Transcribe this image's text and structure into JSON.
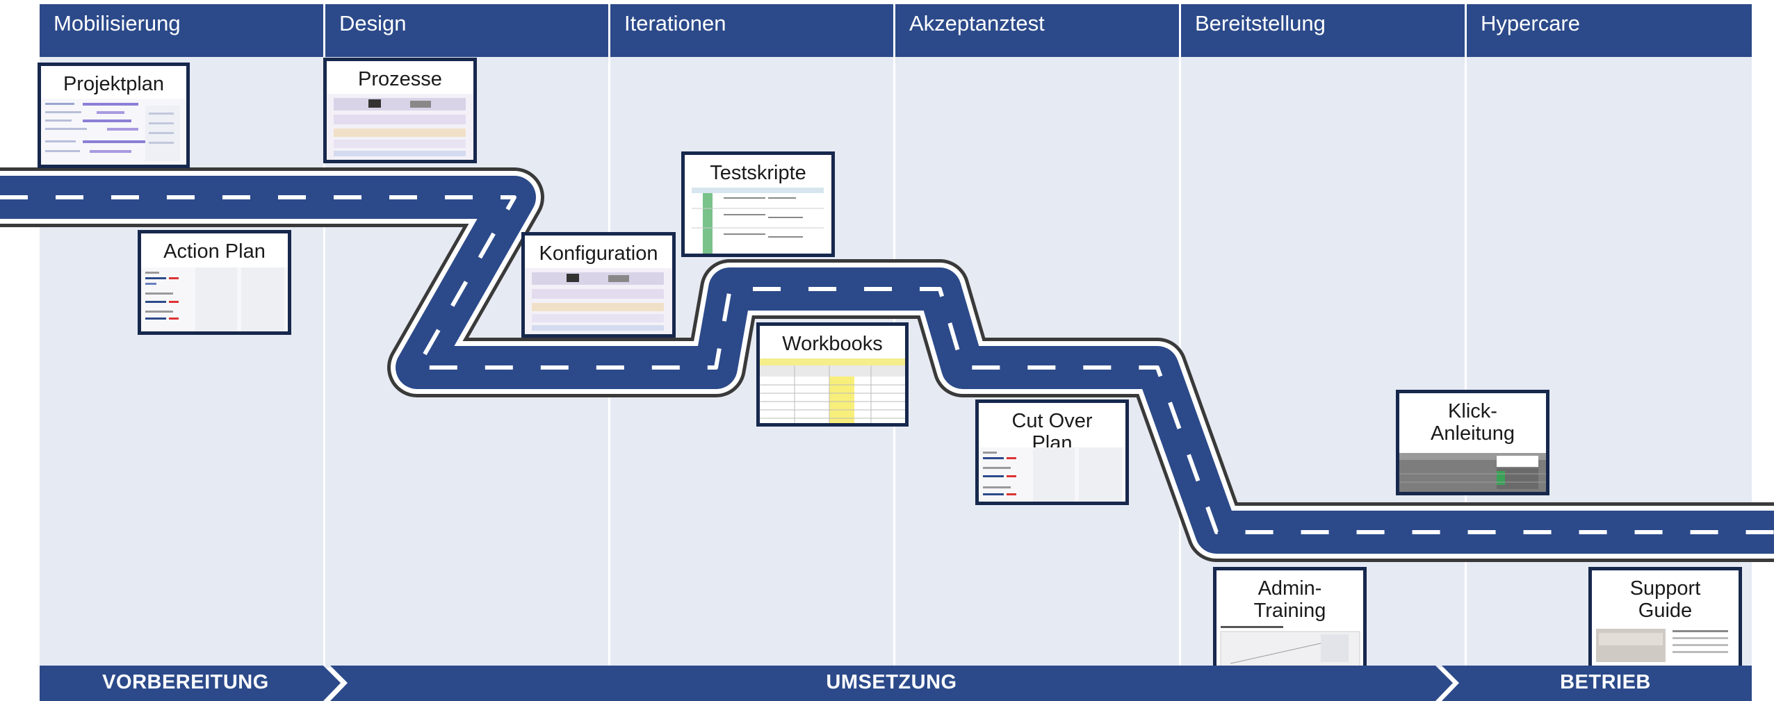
{
  "columns": [
    {
      "label": "Mobilisierung"
    },
    {
      "label": "Design"
    },
    {
      "label": "Iterationen"
    },
    {
      "label": "Akzeptanztest"
    },
    {
      "label": "Bereitstellung"
    },
    {
      "label": "Hypercare"
    }
  ],
  "cards": {
    "projektplan": {
      "title": "Projektplan"
    },
    "prozesse": {
      "title": "Prozesse"
    },
    "action_plan": {
      "title": "Action Plan"
    },
    "testskripte": {
      "title": "Testskripte"
    },
    "konfiguration": {
      "title": "Konfiguration"
    },
    "workbooks": {
      "title": "Workbooks"
    },
    "cut_over_plan": {
      "title": "Cut Over\nPlan"
    },
    "klick_anleitung": {
      "title": "Klick-\nAnleitung"
    },
    "admin_training": {
      "title": "Admin-\nTraining"
    },
    "support_guide": {
      "title": "Support\nGuide"
    }
  },
  "phases": [
    {
      "label": "VORBEREITUNG"
    },
    {
      "label": "UMSETZUNG"
    },
    {
      "label": "BETRIEB"
    }
  ],
  "colors": {
    "header_blue": "#2c4a8a",
    "road_blue": "#2c4a8a",
    "road_edge": "#3a3a3a",
    "column_bg": "#e6eaf3",
    "card_border": "#17284d"
  }
}
